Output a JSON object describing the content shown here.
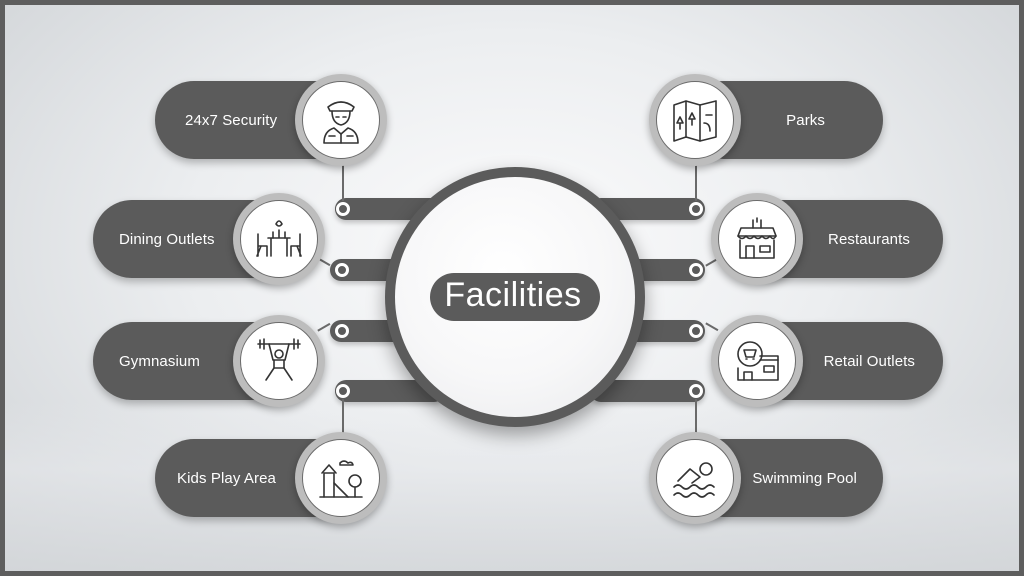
{
  "center": {
    "title": "Facilities"
  },
  "colors": {
    "pill": "#5b5b5b",
    "ring": "#bdbdbd",
    "text": "#ffffff"
  },
  "facilities": [
    {
      "label": "24x7 Security",
      "icon": "security-guard-icon"
    },
    {
      "label": "Dining Outlets",
      "icon": "dining-table-icon"
    },
    {
      "label": "Gymnasium",
      "icon": "weightlifter-icon"
    },
    {
      "label": "Kids Play Area",
      "icon": "playground-icon"
    },
    {
      "label": "Parks",
      "icon": "park-map-icon"
    },
    {
      "label": "Restaurants",
      "icon": "restaurant-storefront-icon"
    },
    {
      "label": "Retail Outlets",
      "icon": "retail-store-icon"
    },
    {
      "label": "Swimming Pool",
      "icon": "swimmer-icon"
    }
  ]
}
